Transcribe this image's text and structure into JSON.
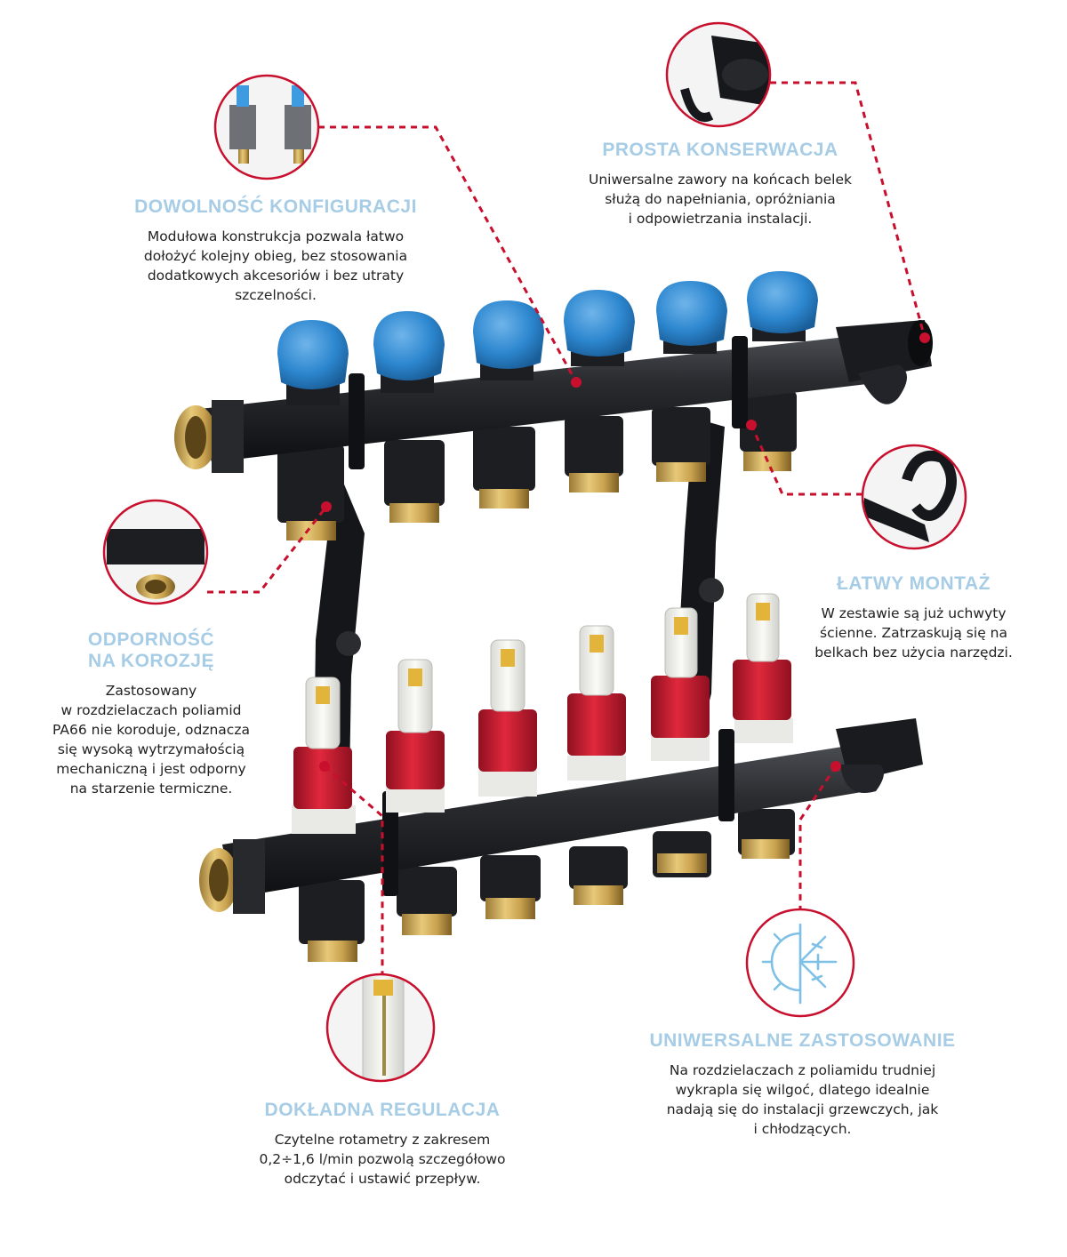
{
  "accent_color": "#a7cde6",
  "callout_color": "#c8102e",
  "features": [
    {
      "id": "config",
      "title": "DOWOLNOŚĆ KONFIGURACJI",
      "lines": [
        "Modułowa konstrukcja pozwala łatwo",
        "dołożyć kolejny obieg, bez stosowania",
        "dodatkowych akcesoriów i bez utraty",
        "szczelności."
      ],
      "icon": "valve-inserts-icon"
    },
    {
      "id": "maint",
      "title": "PROSTA KONSERWACJA",
      "lines": [
        "Uniwersalne zawory na końcach belek",
        "służą do napełniania, opróżniania",
        "i odpowietrzania instalacji."
      ],
      "icon": "end-valve-icon"
    },
    {
      "id": "mount",
      "title": "ŁATWY MONTAŻ",
      "lines": [
        "W zestawie są już uchwyty",
        "ścienne. Zatrzaskują się na",
        "belkach bez użycia narzędzi."
      ],
      "icon": "wall-bracket-icon"
    },
    {
      "id": "corr",
      "title_lines": [
        "ODPORNOŚĆ",
        "NA KOROZJĘ"
      ],
      "lines": [
        "Zastosowany",
        "w rozdzielaczach poliamid",
        "PA66 nie koroduje, odznacza",
        "się wysoką wytrzymałością",
        "mechaniczną i jest odporny",
        "na starzenie termiczne."
      ],
      "icon": "brass-thread-icon"
    },
    {
      "id": "reg",
      "title": "DOKŁADNA REGULACJA",
      "lines": [
        "Czytelne rotametry z zakresem",
        "0,2÷1,6 l/min pozwolą szczegółowo",
        "odczytać i ustawić przepływ."
      ],
      "icon": "rotameter-icon"
    },
    {
      "id": "univ",
      "title": "UNIWERSALNE ZASTOSOWANIE",
      "lines": [
        "Na rozdzielaczach z poliamidu trudniej",
        "wykrapla się wilgoć, dlatego idealnie",
        "nadają się do instalacji grzewczych, jak",
        "i chłodzących."
      ],
      "icon": "sun-snowflake-icon"
    }
  ]
}
